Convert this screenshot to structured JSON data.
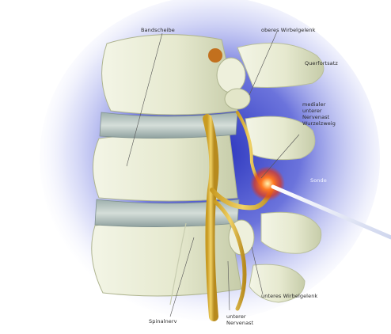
{
  "colors": {
    "background": "#ffffff",
    "halo": "#2b36c8",
    "bone": "#e9ecd6",
    "bone_shadow": "#c9cfae",
    "disc": "#b9c7c3",
    "nerve": "#d9b43a",
    "nerve_dark": "#b88f22",
    "hotspot": "#ff5a1a",
    "needle": "#e9eefb"
  },
  "labels": {
    "bandscheibe": "Bandscheibe",
    "oberes_wirbelgelenk": "oberes Wirbelgelenk",
    "unteres_wirbelgelenk": "unteres Wirbelgelenk",
    "querfortsatz": "Querfortsatz",
    "medialer_ast": "medialer\nunterer\nNervenast\nWurzelzweig",
    "sonde": "Sonde",
    "spinalnerv": "Spinalnerv",
    "unterer_nervenast": "unterer\nNervenast"
  }
}
